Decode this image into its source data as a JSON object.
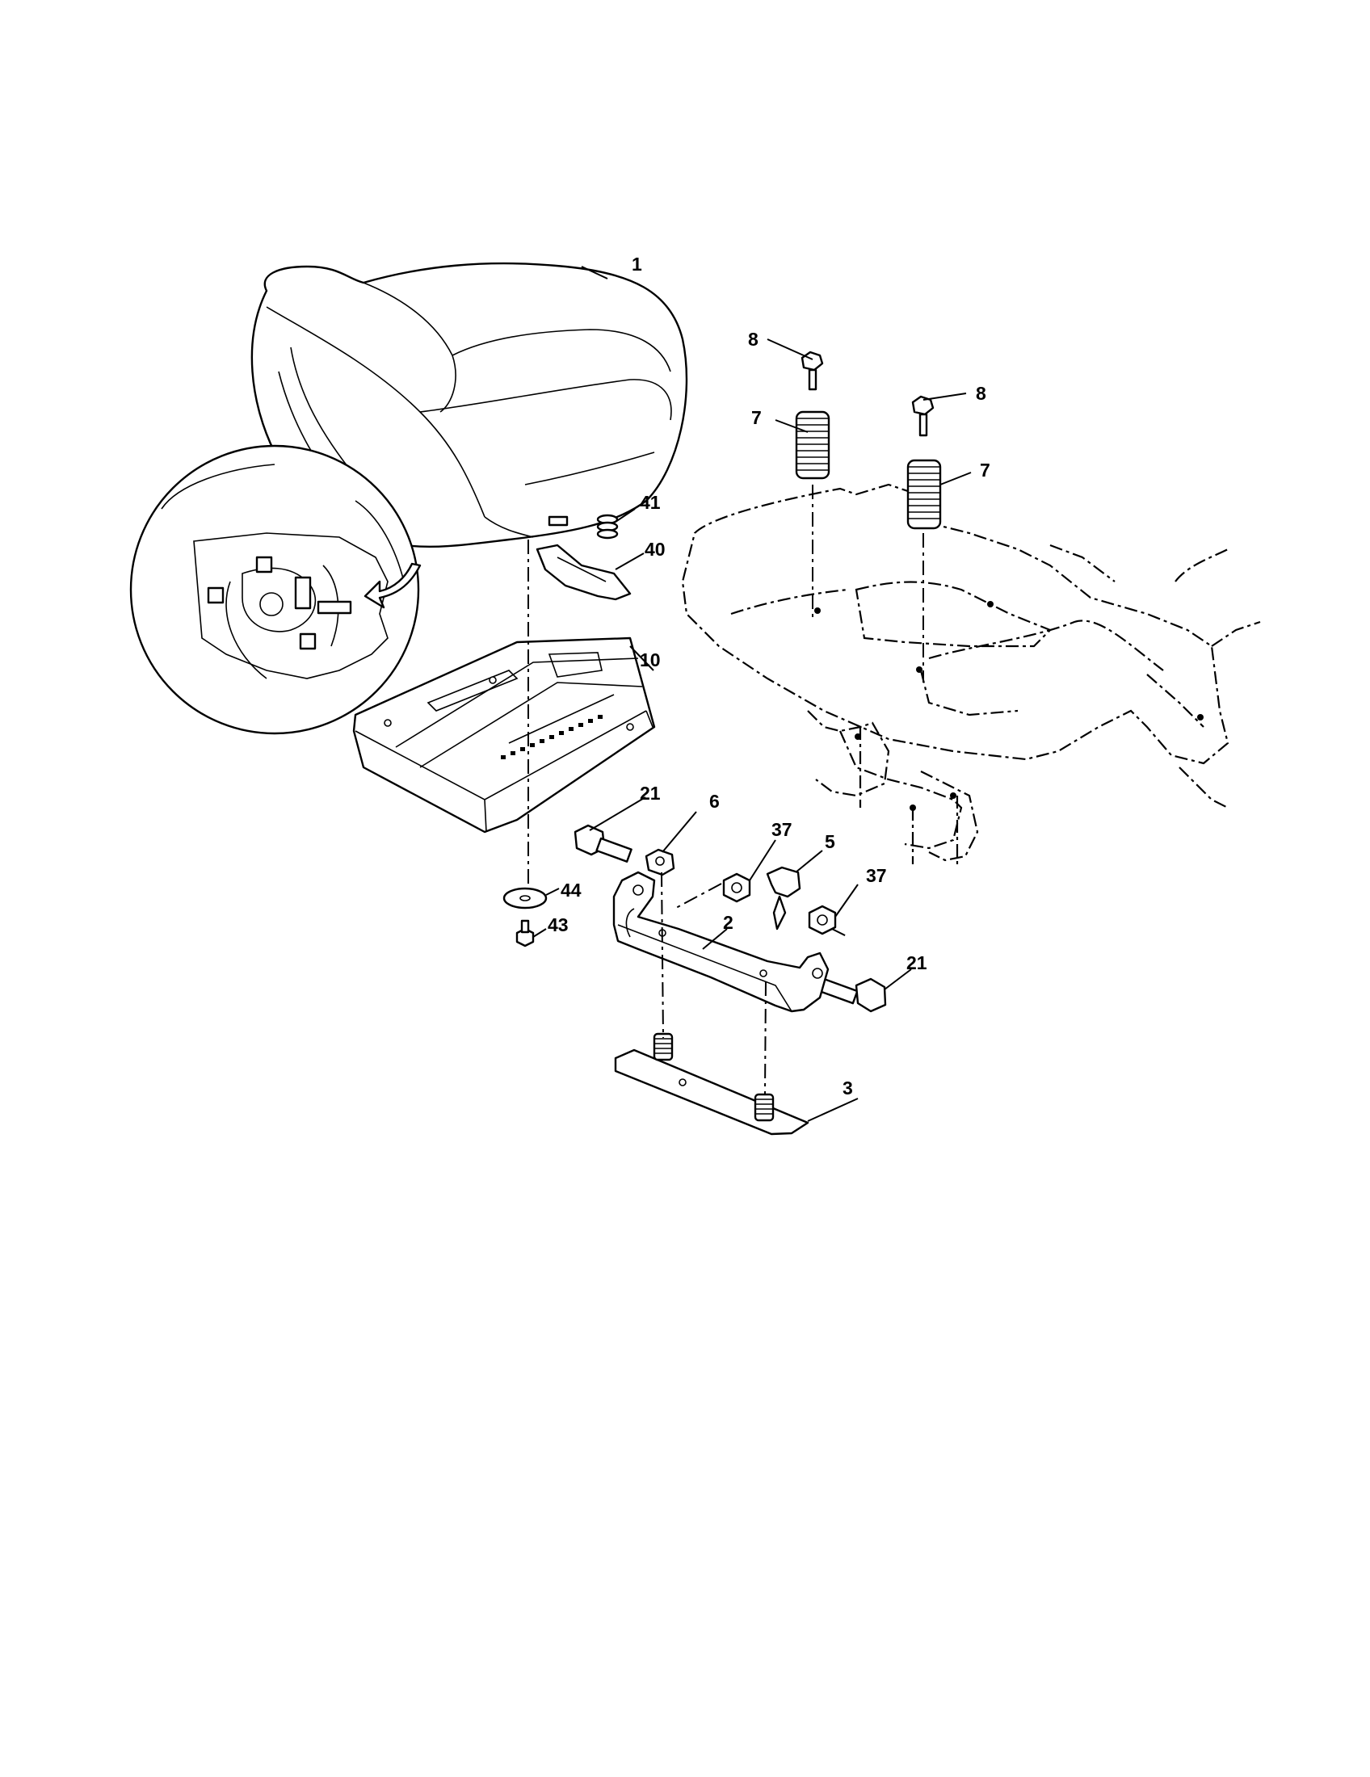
{
  "callouts": {
    "c1": "1",
    "c2": "2",
    "c3": "3",
    "c5": "5",
    "c6": "6",
    "c7a": "7",
    "c7b": "7",
    "c8a": "8",
    "c8b": "8",
    "c10": "10",
    "c21a": "21",
    "c21b": "21",
    "c37a": "37",
    "c37b": "37",
    "c40": "40",
    "c41": "41",
    "c43": "43",
    "c44": "44"
  }
}
